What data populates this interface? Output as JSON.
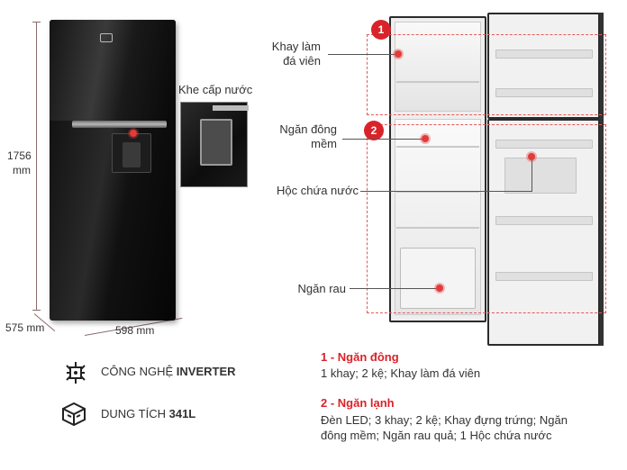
{
  "dimensions": {
    "height_value": "1756",
    "height_unit": "mm",
    "depth": "575 mm",
    "width": "598 mm"
  },
  "callouts": {
    "water_slot": "Khe cấp nước",
    "ice_tray_line1": "Khay làm",
    "ice_tray_line2": "đá viên",
    "soft_freezer_line1": "Ngăn đông",
    "soft_freezer_line2": "mềm",
    "water_box": "Hộc chứa nước",
    "crisper": "Ngăn rau"
  },
  "badges": {
    "one": "1",
    "two": "2"
  },
  "features": [
    {
      "icon": "inverter-icon",
      "prefix": "CÔNG NGHỆ ",
      "bold": "INVERTER"
    },
    {
      "icon": "capacity-icon",
      "prefix": "DUNG TÍCH ",
      "bold": "341L"
    }
  ],
  "sections": [
    {
      "title": "1 - Ngăn đông",
      "body": "1 khay; 2 kệ; Khay làm đá viên"
    },
    {
      "title": "2 - Ngăn lạnh",
      "body_line1": "Đèn LED; 3 khay; 2 kệ; Khay đựng trứng; Ngăn",
      "body_line2": "đông mềm; Ngăn rau quả; 1 Hộc chứa nước"
    }
  ],
  "colors": {
    "accent_red": "#d9232b",
    "fridge_black": "#111111"
  }
}
